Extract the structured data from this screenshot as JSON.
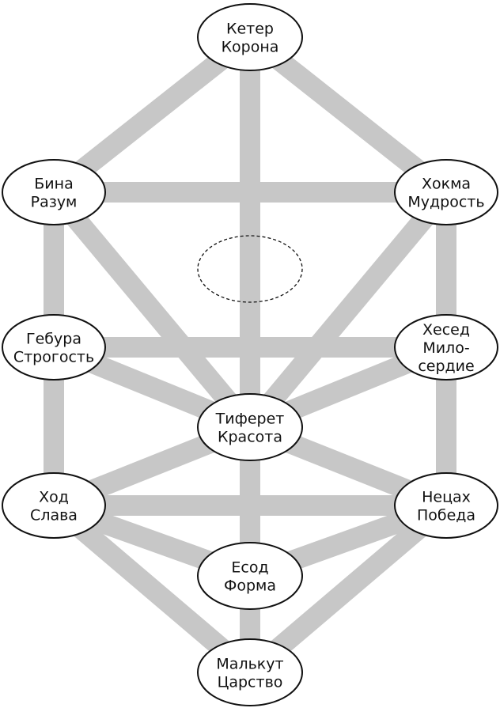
{
  "sefirot": [
    {
      "id": "keter",
      "lines": [
        "Кетер",
        "Корона"
      ]
    },
    {
      "id": "bina",
      "lines": [
        "Бина",
        "Разум"
      ]
    },
    {
      "id": "hokma",
      "lines": [
        "Хокма",
        "Мудрость"
      ]
    },
    {
      "id": "gebura",
      "lines": [
        "Гебура",
        "Строгость"
      ]
    },
    {
      "id": "hesed",
      "lines": [
        "Хесед",
        "Мило-",
        "сердие"
      ]
    },
    {
      "id": "tiferet",
      "lines": [
        "Тиферет",
        "Красота"
      ]
    },
    {
      "id": "hod",
      "lines": [
        "Ход",
        "Слава"
      ]
    },
    {
      "id": "netsah",
      "lines": [
        "Нецах",
        "Победа"
      ]
    },
    {
      "id": "yesod",
      "lines": [
        "Есод",
        "Форма"
      ]
    },
    {
      "id": "malkut",
      "lines": [
        "Малькут",
        "Царство"
      ]
    }
  ],
  "paths": [
    [
      "keter",
      "bina"
    ],
    [
      "keter",
      "hokma"
    ],
    [
      "keter",
      "tiferet"
    ],
    [
      "bina",
      "hokma"
    ],
    [
      "bina",
      "gebura"
    ],
    [
      "bina",
      "tiferet"
    ],
    [
      "hokma",
      "hesed"
    ],
    [
      "hokma",
      "tiferet"
    ],
    [
      "gebura",
      "hesed"
    ],
    [
      "gebura",
      "tiferet"
    ],
    [
      "gebura",
      "hod"
    ],
    [
      "hesed",
      "tiferet"
    ],
    [
      "hesed",
      "netsah"
    ],
    [
      "tiferet",
      "hod"
    ],
    [
      "tiferet",
      "netsah"
    ],
    [
      "tiferet",
      "yesod"
    ],
    [
      "hod",
      "netsah"
    ],
    [
      "hod",
      "yesod"
    ],
    [
      "hod",
      "malkut"
    ],
    [
      "netsah",
      "yesod"
    ],
    [
      "netsah",
      "malkut"
    ],
    [
      "yesod",
      "malkut"
    ]
  ],
  "colors": {
    "path": "#c7c7c7",
    "outline": "#111111",
    "fill": "#ffffff"
  }
}
